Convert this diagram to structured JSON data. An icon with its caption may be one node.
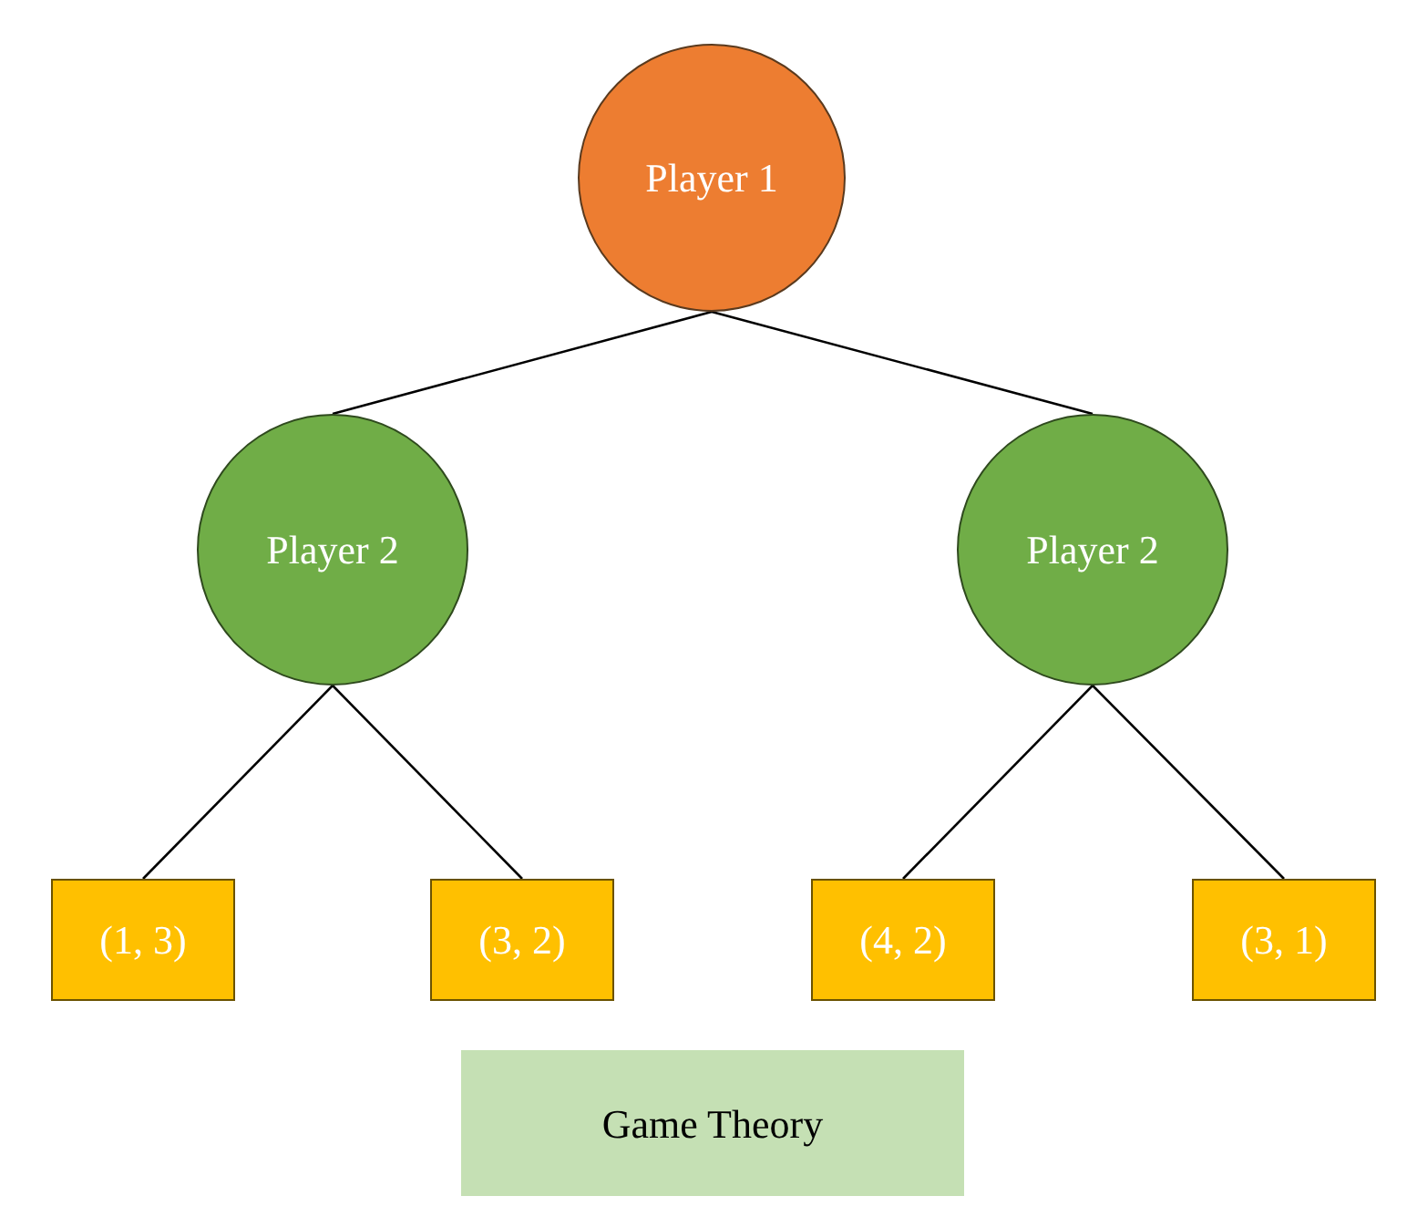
{
  "diagram": {
    "nodes": [
      {
        "text": [
          "Player 1"
        ]
      },
      {
        "text": [
          "Player 2"
        ]
      },
      {
        "text": [
          "Player 2"
        ]
      },
      {
        "text": [
          "(1, 3)"
        ]
      },
      {
        "text": [
          "(3, 2)"
        ]
      },
      {
        "text": [
          "(4, 2)"
        ]
      },
      {
        "text": [
          "(3, 1)"
        ]
      },
      {
        "text": [
          "Game Theory"
        ]
      }
    ],
    "edges": [
      {
        "from": 0,
        "to": 1,
        "arrow": "none"
      },
      {
        "from": 0,
        "to": 2,
        "arrow": "none"
      },
      {
        "from": 1,
        "to": 3,
        "arrow": "none"
      },
      {
        "from": 1,
        "to": 4,
        "arrow": "none"
      },
      {
        "from": 2,
        "to": 5,
        "arrow": "none"
      },
      {
        "from": 2,
        "to": 6,
        "arrow": "none"
      }
    ]
  }
}
